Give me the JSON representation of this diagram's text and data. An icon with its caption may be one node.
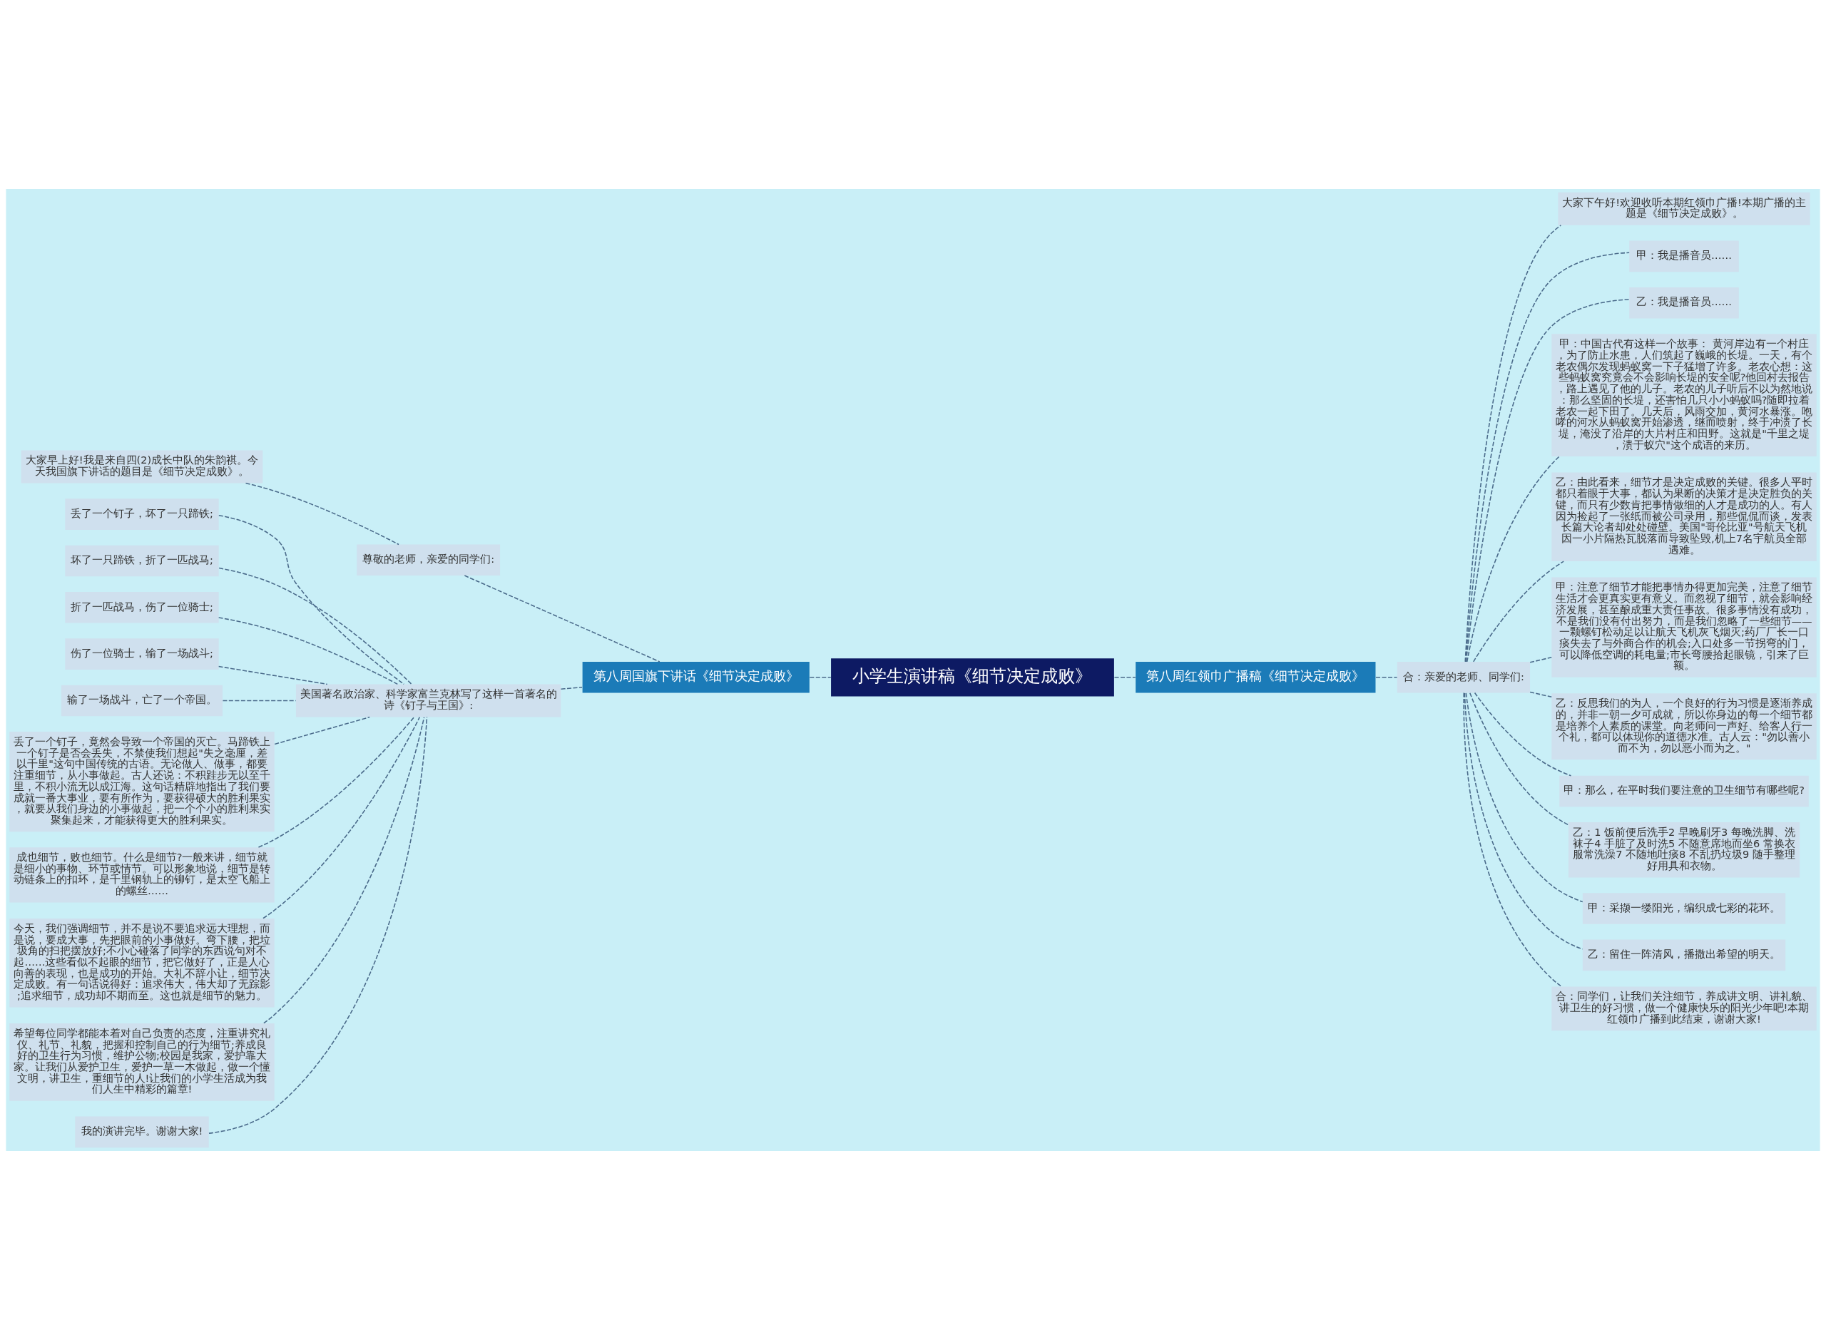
{
  "diagram": {
    "nodes": [
      {
        "text": [
          "小学生演讲稿《细节决定成败》"
        ]
      },
      {
        "text": [
          "第八周国旗下讲话《细节决定成败》"
        ]
      },
      {
        "text": [
          "尊敬的老师，亲爱的同学们:"
        ]
      },
      {
        "text": [
          "大家早上好!我是来自四(2)成长中队的朱韵祺。今天我国旗下讲话的题目是《细节决定成败》。"
        ]
      },
      {
        "text": [
          "美国著名政治家、科学家富兰克林写了这样一首著名的诗《钉子与王国》:"
        ]
      },
      {
        "text": [
          "丢了一个钉子，坏了一只蹄铁;"
        ]
      },
      {
        "text": [
          "坏了一只蹄铁，折了一匹战马;"
        ]
      },
      {
        "text": [
          "折了一匹战马，伤了一位骑士;"
        ]
      },
      {
        "text": [
          "伤了一位骑士，输了一场战斗;"
        ]
      },
      {
        "text": [
          "输了一场战斗，亡了一个帝国。"
        ]
      },
      {
        "text": [
          "丢了一个钉子，竟然会导致一个帝国的灭亡。马蹄铁上一个钉子是否会丢失，不禁使我们想起\"失之毫厘，差以千里\"这句中国传统的古语。无论做人、做事，都要注重细节，从小事做起。古人还说：不积跬步无以至千里，不积小流无以成江海。这句话精辟地指出了我们要成就一番大事业，要有所作为，要获得硕大的胜利果实，就要从我们身边的小事做起，把一个个小的胜利果实聚集起来，才能获得更大的胜利果实。"
        ]
      },
      {
        "text": [
          "成也细节，败也细节。什么是细节?一般来讲，细节就是细小的事物、环节或情节。可以形象地说，细节是转动链条上的扣环，是千里钢轨上的铆钉，是太空飞船上的螺丝……"
        ]
      },
      {
        "text": [
          "今天，我们强调细节，并不是说不要追求远大理想，而是说，要成大事，先把眼前的小事做好。弯下腰，把垃圾角的扫把摆放好;不小心碰落了同学的东西说句对不起……这些看似不起眼的细节，把它做好了，正是人心向善的表现，也是成功的开始。大礼不辞小让，细节决定成败。有一句话说得好：追求伟大，伟大却了无踪影;追求细节，成功却不期而至。这也就是细节的魅力。"
        ]
      },
      {
        "text": [
          "希望每位同学都能本着对自己负责的态度，注重讲究礼仪、礼节、礼貌，把握和控制自己的行为细节;养成良好的卫生行为习惯，维护公物;校园是我家，爱护靠大家。让我们从爱护卫生，爱护一草一木做起，做一个懂文明，讲卫生，重细节的人!让我们的小学生活成为我们人生中精彩的篇章!"
        ]
      },
      {
        "text": [
          "我的演讲完毕。谢谢大家!"
        ]
      },
      {
        "text": [
          "第八周红领巾广播稿《细节决定成败》"
        ]
      },
      {
        "text": [
          "合：亲爱的老师、同学们:"
        ]
      },
      {
        "text": [
          "大家下午好!欢迎收听本期红领巾广播!本期广播的主题是《细节决定成败》。"
        ]
      },
      {
        "text": [
          "甲：我是播音员……"
        ]
      },
      {
        "text": [
          "乙：我是播音员……"
        ]
      },
      {
        "text": [
          "甲：中国古代有这样一个故事： 黄河岸边有一个村庄，为了防止水患，人们筑起了巍峨的长堤。一天，有个老农偶尔发现蚂蚁窝一下子猛增了许多。老农心想：这些蚂蚁窝究竟会不会影响长堤的安全呢?他回村去报告，路上遇见了他的儿子。老农的儿子听后不以为然地说：那么坚固的长堤，还害怕几只小小蚂蚁吗?随即拉着老农一起下田了。几天后，风雨交加，黄河水暴涨。咆哮的河水从蚂蚁窝开始渗透，继而喷射，终于冲溃了长堤，淹没了沿岸的大片村庄和田野。这就是\"千里之堤，溃于蚁穴\"这个成语的来历。"
        ]
      },
      {
        "text": [
          "乙：由此看来，细节才是决定成败的关键。很多人平时都只着眼于大事，都认为果断的决策才是决定胜负的关键，而只有少数肯把事情做细的人才是成功的人。有人因为捡起了一张纸而被公司录用，那些侃侃而谈，发表长篇大论者却处处碰壁。美国\"哥伦比亚\"号航天飞机因一小片隔热瓦脱落而导致坠毁,机上7名宇航员全部遇难。"
        ]
      },
      {
        "text": [
          "甲：注意了细节才能把事情办得更加完美，注意了细节生活才会更真实更有意义。而忽视了细节，就会影响经济发展，甚至酿成重大责任事故。很多事情没有成功，不是我们没有付出努力，而是我们忽略了一些细节——一颗螺钉松动足以让航天飞机灰飞烟灭;药厂厂长一口痰失去了与外商合作的机会;入口处多一节拐弯的门，可以降低空调的耗电量;市长弯腰拾起眼镜，引来了巨额。"
        ]
      },
      {
        "text": [
          "乙：反思我们的为人，一个良好的行为习惯是逐渐养成的，并非一朝一夕可成就，所以你身边的每一个细节都是培养个人素质的课堂。向老师问一声好、给客人行一个礼，都可以体现你的道德水准。古人云：\"勿以善小而不为，勿以恶小而为之。\""
        ]
      },
      {
        "text": [
          "甲：那么，在平时我们要注意的卫生细节有哪些呢?"
        ]
      },
      {
        "text": [
          "乙：1 饭前便后洗手2 早晚刷牙3 每晚洗脚、洗袜子4 手脏了及时洗5 不随意席地而坐6 常换衣服常洗澡7 不随地吐痰8 不乱扔垃圾9 随手整理好用具和衣物。"
        ]
      },
      {
        "text": [
          "甲：采撷一缕阳光，编织成七彩的花环。"
        ]
      },
      {
        "text": [
          "乙：留住一阵清风，播撒出希望的明天。"
        ]
      },
      {
        "text": [
          "合：同学们，让我们关注细节，养成讲文明、讲礼貌、讲卫生的好习惯，做一个健康快乐的阳光少年吧!本期红领巾广播到此结束，谢谢大家!"
        ]
      }
    ],
    "edges": [
      {
        "from": 0,
        "to": 1,
        "arrow": "none",
        "style": "dashed"
      },
      {
        "from": 1,
        "to": 2,
        "arrow": "none",
        "style": "dashed"
      },
      {
        "from": 2,
        "to": 3,
        "arrow": "none",
        "style": "dashed"
      },
      {
        "from": 1,
        "to": 4,
        "arrow": "none",
        "style": "dashed"
      },
      {
        "from": 4,
        "to": 5,
        "arrow": "none",
        "style": "dashed"
      },
      {
        "from": 4,
        "to": 6,
        "arrow": "none",
        "style": "dashed"
      },
      {
        "from": 4,
        "to": 7,
        "arrow": "none",
        "style": "dashed"
      },
      {
        "from": 4,
        "to": 8,
        "arrow": "none",
        "style": "dashed"
      },
      {
        "from": 4,
        "to": 9,
        "arrow": "none",
        "style": "dashed"
      },
      {
        "from": 4,
        "to": 10,
        "arrow": "none",
        "style": "dashed"
      },
      {
        "from": 4,
        "to": 11,
        "arrow": "none",
        "style": "dashed"
      },
      {
        "from": 4,
        "to": 12,
        "arrow": "none",
        "style": "dashed"
      },
      {
        "from": 4,
        "to": 13,
        "arrow": "none",
        "style": "dashed"
      },
      {
        "from": 4,
        "to": 14,
        "arrow": "none",
        "style": "dashed"
      },
      {
        "from": 0,
        "to": 15,
        "arrow": "none",
        "style": "dashed"
      },
      {
        "from": 15,
        "to": 16,
        "arrow": "none",
        "style": "dashed"
      },
      {
        "from": 16,
        "to": 17,
        "arrow": "none",
        "style": "dashed"
      },
      {
        "from": 16,
        "to": 18,
        "arrow": "none",
        "style": "dashed"
      },
      {
        "from": 16,
        "to": 19,
        "arrow": "none",
        "style": "dashed"
      },
      {
        "from": 16,
        "to": 20,
        "arrow": "none",
        "style": "dashed"
      },
      {
        "from": 16,
        "to": 21,
        "arrow": "none",
        "style": "dashed"
      },
      {
        "from": 16,
        "to": 22,
        "arrow": "none",
        "style": "dashed"
      },
      {
        "from": 16,
        "to": 23,
        "arrow": "none",
        "style": "dashed"
      },
      {
        "from": 16,
        "to": 24,
        "arrow": "none",
        "style": "dashed"
      },
      {
        "from": 16,
        "to": 25,
        "arrow": "none",
        "style": "dashed"
      },
      {
        "from": 16,
        "to": 26,
        "arrow": "none",
        "style": "dashed"
      },
      {
        "from": 16,
        "to": 27,
        "arrow": "none",
        "style": "dashed"
      },
      {
        "from": 16,
        "to": 28,
        "arrow": "none",
        "style": "dashed"
      }
    ]
  }
}
